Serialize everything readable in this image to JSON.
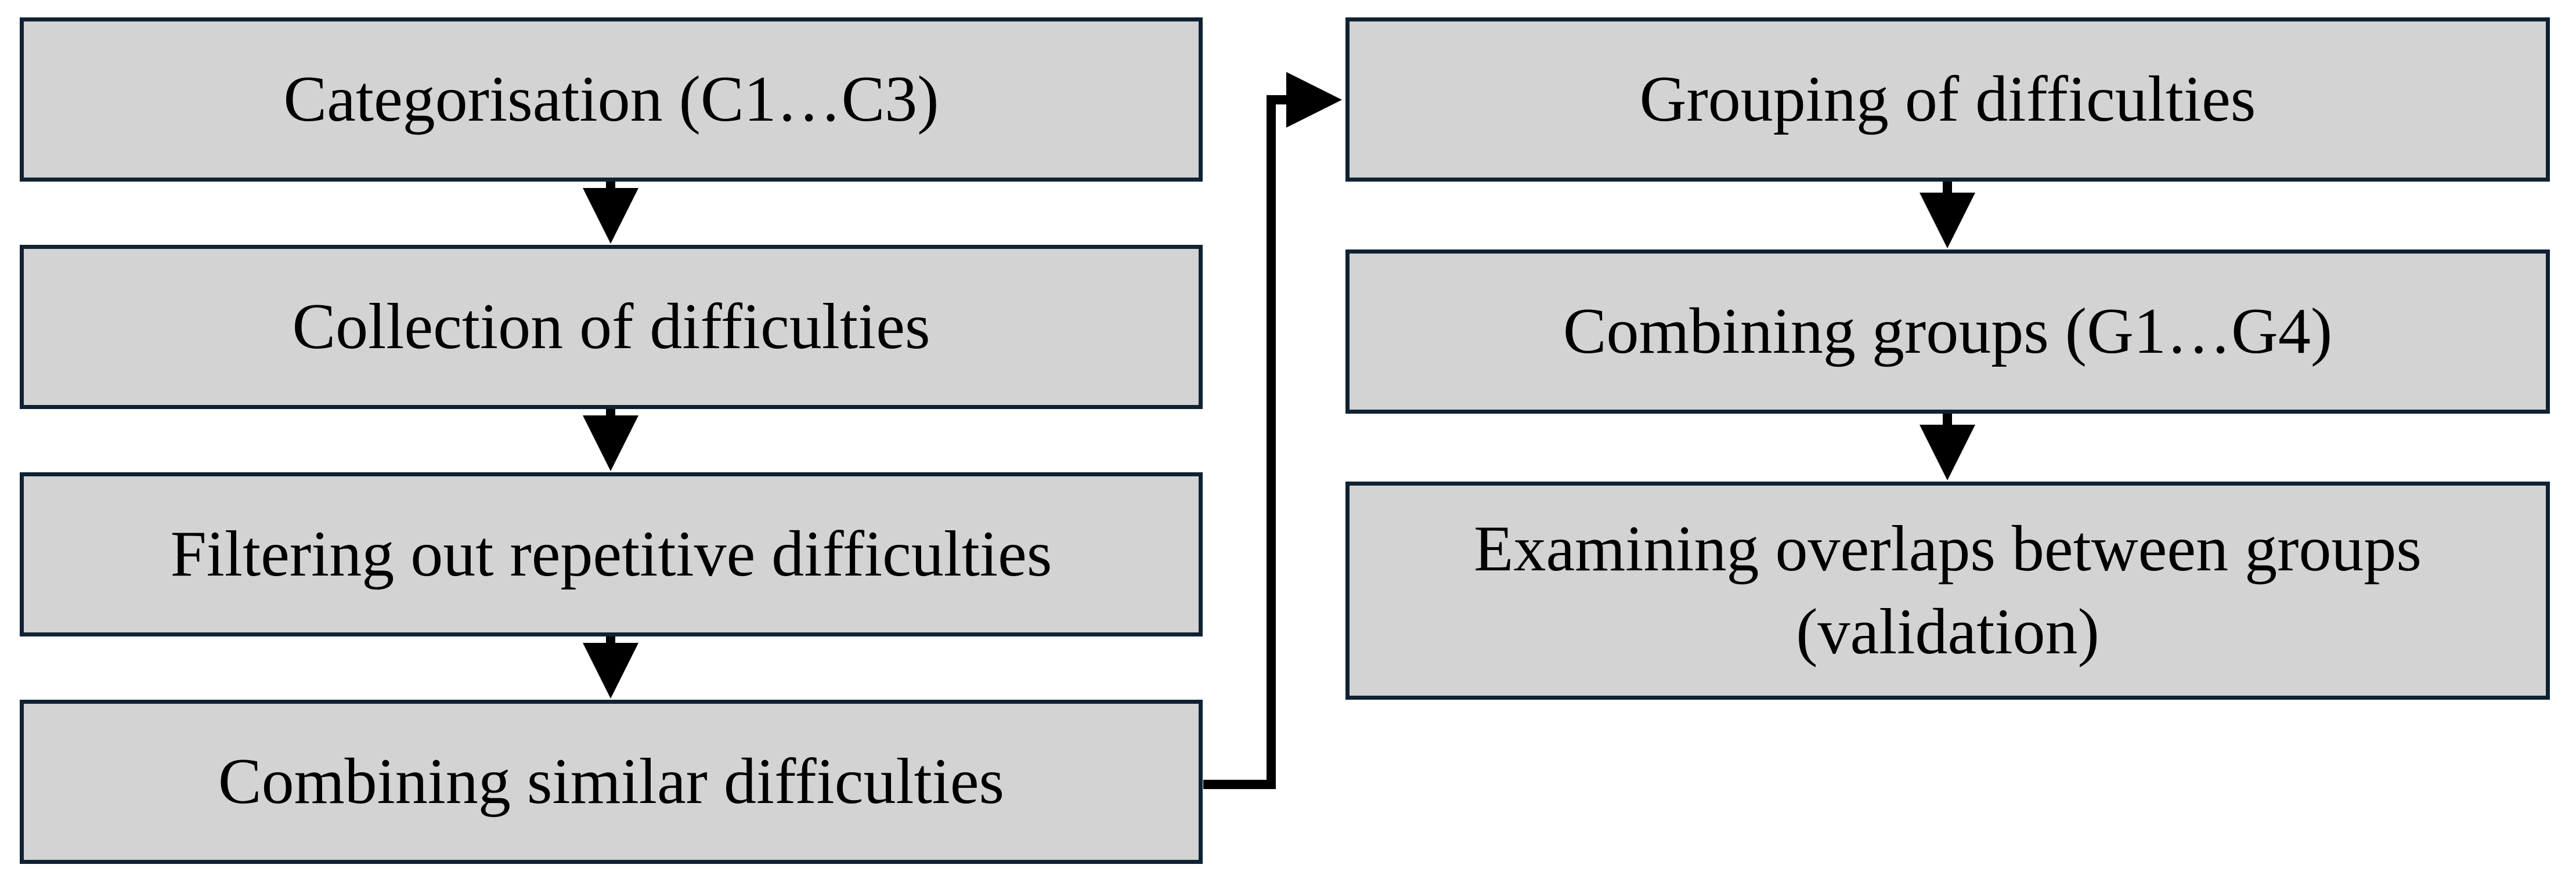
{
  "diagram": {
    "left_column": [
      {
        "id": "categorisation",
        "label": "Categorisation (C1…C3)"
      },
      {
        "id": "collection",
        "label": "Collection of difficulties"
      },
      {
        "id": "filtering",
        "label": "Filtering out repetitive difficulties"
      },
      {
        "id": "combining-similar",
        "label": "Combining similar difficulties"
      }
    ],
    "right_column": [
      {
        "id": "grouping",
        "label": "Grouping of difficulties"
      },
      {
        "id": "combining-groups",
        "label": "Combining groups (G1…G4)"
      },
      {
        "id": "examining-overlaps",
        "label": "Examining overlaps between groups (validation)"
      }
    ],
    "colors": {
      "box_fill": "#d3d3d3",
      "box_border": "#0f2233",
      "arrow": "#000000",
      "text": "#000000"
    }
  }
}
